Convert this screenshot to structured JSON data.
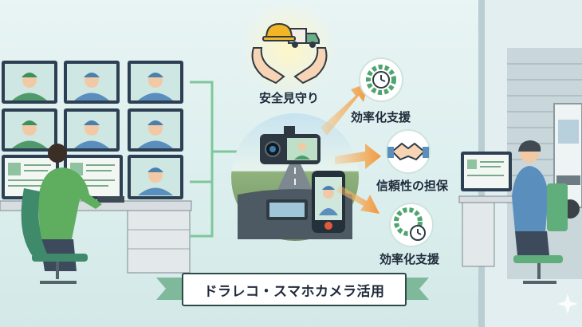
{
  "labels": {
    "safety": "安全見守り",
    "efficiency_top": "効率化支援",
    "trust": "信頼性の担保",
    "efficiency_bottom": "効率化支援"
  },
  "banner": {
    "title": "ドラレコ・スマホカメラ活用"
  },
  "colors": {
    "background": "#e4f2f1",
    "accent_green": "#5fae7b",
    "arrow_orange": "#f2a24a",
    "monitor_frame": "#2d3f52",
    "banner_border": "#2e4a4a"
  },
  "icons": [
    "hard-hat-icon",
    "truck-icon",
    "hands-icon",
    "gear-clock-icon",
    "handshake-icon",
    "gear-clock-icon",
    "dashcam-icon",
    "smartphone-icon",
    "sparkle-icon"
  ]
}
